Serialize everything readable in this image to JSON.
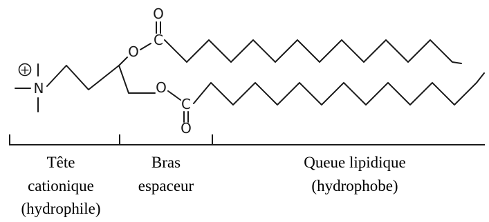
{
  "molecule": {
    "atoms": {
      "nitrogen": "N",
      "charge": "+",
      "oxygen_upper": "O",
      "carbon_upper": "C",
      "carbonyl_oxygen_upper": "O",
      "oxygen_lower": "O",
      "carbon_lower": "C",
      "carbonyl_oxygen_lower": "O"
    }
  },
  "sections": [
    {
      "lines": [
        "Tête",
        "cationique",
        "(hydrophile)"
      ]
    },
    {
      "lines": [
        "Bras",
        "espaceur"
      ]
    },
    {
      "lines": [
        "Queue lipidique",
        "(hydrophobe)"
      ]
    }
  ]
}
